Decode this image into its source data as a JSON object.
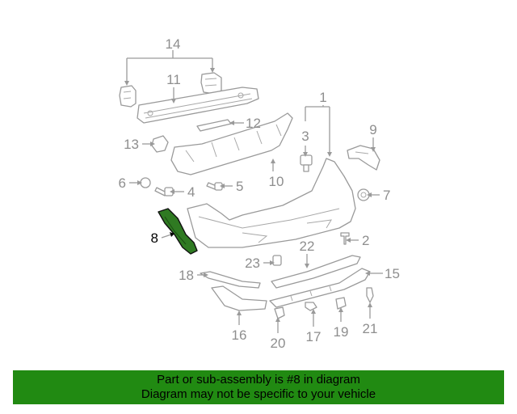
{
  "diagram": {
    "highlighted_part": "8",
    "colors": {
      "highlight": "#2f7a22",
      "banner": "#218a12",
      "callout": "#8e8e8e"
    },
    "callouts": [
      "1",
      "2",
      "3",
      "4",
      "5",
      "6",
      "7",
      "8",
      "9",
      "10",
      "11",
      "12",
      "13",
      "14",
      "15",
      "16",
      "17",
      "18",
      "19",
      "20",
      "21",
      "22",
      "23"
    ]
  },
  "banner": {
    "line1": "Part or sub-assembly is #8 in diagram",
    "line2": "Diagram may not be specific to your vehicle"
  }
}
